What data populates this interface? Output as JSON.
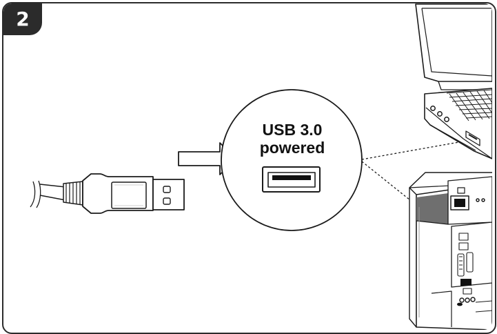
{
  "step": {
    "number": "2"
  },
  "callout": {
    "line1": "USB 3.0",
    "line2": "powered"
  },
  "icons": [
    "usb-plug-icon",
    "arrow-right-icon",
    "usb-port-icon",
    "laptop-icon",
    "desktop-tower-icon",
    "power-socket-icon"
  ],
  "colors": {
    "stroke": "#1a1a1a",
    "badge": "#2b2b2b",
    "shade": "#6f6f6f",
    "light_gray": "#d9d9d9"
  }
}
